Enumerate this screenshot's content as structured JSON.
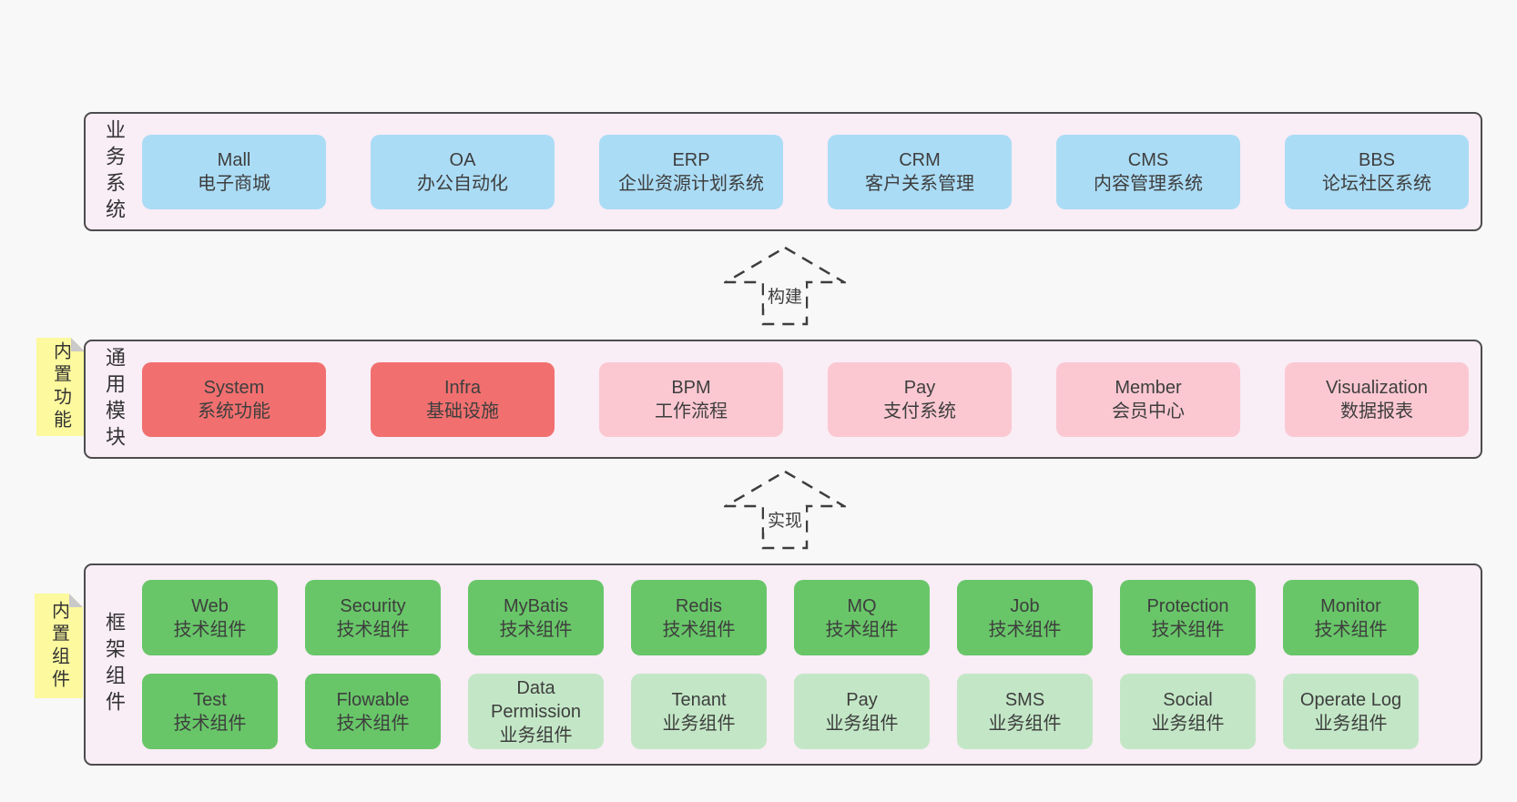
{
  "colors": {
    "page_bg": "#f8f8f8",
    "layer_bg": "#f9edf6",
    "layer_border": "#4c4c4c",
    "box_blue": "#abdcf5",
    "box_red": "#f1706f",
    "box_pink": "#fbc8d2",
    "box_green": "#68c668",
    "box_light_green": "#c3e7c6",
    "note_yellow": "#fcf99e",
    "note_fold_gray": "#c9c9c9",
    "text": "#3e3e3e"
  },
  "arrows": [
    {
      "label": "构建"
    },
    {
      "label": "实现"
    }
  ],
  "layers": [
    {
      "label": "业务系统",
      "rows": [
        [
          {
            "en": "Mall",
            "zh": "电子商城",
            "type": "blue"
          },
          {
            "en": "OA",
            "zh": "办公自动化",
            "type": "blue"
          },
          {
            "en": "ERP",
            "zh": "企业资源计划系统",
            "type": "blue"
          },
          {
            "en": "CRM",
            "zh": "客户关系管理",
            "type": "blue"
          },
          {
            "en": "CMS",
            "zh": "内容管理系统",
            "type": "blue"
          },
          {
            "en": "BBS",
            "zh": "论坛社区系统",
            "type": "blue"
          }
        ]
      ]
    },
    {
      "label": "通用模块",
      "note": "内置功能",
      "rows": [
        [
          {
            "en": "System",
            "zh": "系统功能",
            "type": "red"
          },
          {
            "en": "Infra",
            "zh": "基础设施",
            "type": "red"
          },
          {
            "en": "BPM",
            "zh": "工作流程",
            "type": "pink"
          },
          {
            "en": "Pay",
            "zh": "支付系统",
            "type": "pink"
          },
          {
            "en": "Member",
            "zh": "会员中心",
            "type": "pink"
          },
          {
            "en": "Visualization",
            "zh": "数据报表",
            "type": "pink"
          }
        ]
      ]
    },
    {
      "label": "框架组件",
      "note": "内置组件",
      "rows": [
        [
          {
            "en": "Web",
            "zh": "技术组件",
            "type": "green"
          },
          {
            "en": "Security",
            "zh": "技术组件",
            "type": "green"
          },
          {
            "en": "MyBatis",
            "zh": "技术组件",
            "type": "green"
          },
          {
            "en": "Redis",
            "zh": "技术组件",
            "type": "green"
          },
          {
            "en": "MQ",
            "zh": "技术组件",
            "type": "green"
          },
          {
            "en": "Job",
            "zh": "技术组件",
            "type": "green"
          },
          {
            "en": "Protection",
            "zh": "技术组件",
            "type": "green"
          },
          {
            "en": "Monitor",
            "zh": "技术组件",
            "type": "green"
          }
        ],
        [
          {
            "en": "Test",
            "zh": "技术组件",
            "type": "green"
          },
          {
            "en": "Flowable",
            "zh": "技术组件",
            "type": "green"
          },
          {
            "en": "Data Permission",
            "zh": "业务组件",
            "type": "lightgreen"
          },
          {
            "en": "Tenant",
            "zh": "业务组件",
            "type": "lightgreen"
          },
          {
            "en": "Pay",
            "zh": "业务组件",
            "type": "lightgreen"
          },
          {
            "en": "SMS",
            "zh": "业务组件",
            "type": "lightgreen"
          },
          {
            "en": "Social",
            "zh": "业务组件",
            "type": "lightgreen"
          },
          {
            "en": "Operate Log",
            "zh": "业务组件",
            "type": "lightgreen"
          }
        ]
      ]
    }
  ]
}
